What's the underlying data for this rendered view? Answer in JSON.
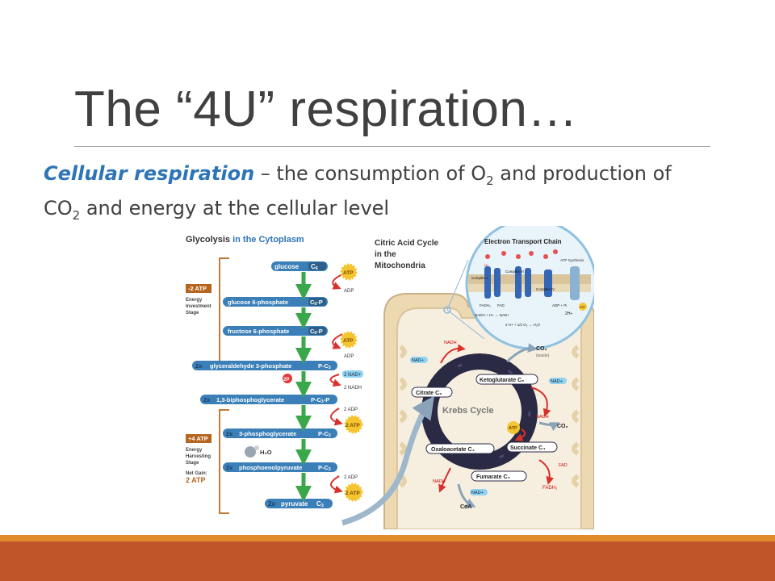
{
  "slide": {
    "title": "The “4U” respiration…",
    "definition": {
      "term": "Cellular respiration",
      "p1": " – the consumption of O",
      "sub1": "2",
      "p2": " and production of ",
      "p3": "CO",
      "sub2": "2",
      "p4": " and energy at the cellular level"
    }
  },
  "diagram": {
    "glycolysis_title_a": "Glycolysis ",
    "glycolysis_title_b": "in the Cytoplasm",
    "stages": {
      "investment_value": "-2 ATP",
      "investment_l1": "Energy",
      "investment_l2": "Investment",
      "investment_l3": "Stage",
      "harvest_value": "+4 ATP",
      "harvest_l1": "Energy",
      "harvest_l2": "Harvesting",
      "harvest_l3": "Stage",
      "net_label": "Net Gain:",
      "net_value": "2 ATP"
    },
    "molecules": [
      {
        "name": "glucose",
        "carbon": "C",
        "sub": "6"
      },
      {
        "name": "glucose 6-phosphate",
        "carbon": "C",
        "sub": "6",
        "suffix": "-P"
      },
      {
        "name": "fructose 6-phosphate",
        "carbon": "C",
        "sub": "6",
        "suffix": "-P"
      },
      {
        "name": "glyceraldehyde 3-phosphate",
        "mult": "2x",
        "carbon": "P-C",
        "sub": "3"
      },
      {
        "name": "1,3-biphosphoglycerate",
        "mult": "2x",
        "carbon": "P-C",
        "sub": "3",
        "suffix": "-P"
      },
      {
        "name": "3-phosphoglycerate",
        "mult": "2x",
        "carbon": "P-C",
        "sub": "3"
      },
      {
        "name": "phosphoenolpyruvate",
        "mult": "2x",
        "carbon": "P-C",
        "sub": "3"
      },
      {
        "name": "pyruvate",
        "mult": "2x",
        "carbon": "C",
        "sub": "3"
      }
    ],
    "labels": {
      "atp": "ATP",
      "adp": "ADP",
      "two_adp": "2 ADP",
      "two_atp": "2 ATP",
      "two_nad": "2 NAD+",
      "two_nadh": "2 NADH",
      "two_p": "2P",
      "h2o": "H₂O"
    },
    "citric_title_l1": "Citric Acid Cycle",
    "citric_title_l2": "in the",
    "citric_title_l3": "Mitochondria",
    "etc": {
      "title": "Electron Transport Chain",
      "complex1": "Complex I",
      "complex2": "Complex III",
      "complex3": "Complex IV",
      "atp_synthesis": "ATP Synthesis",
      "h_plus": "H+",
      "fadh2": "FADH₂",
      "fad": "FAD",
      "nadh_nad": "NADH + H+ → NAD+",
      "water": "2 H+ + 1/2 O₂ → H₂O",
      "adp_pi": "ADP + Pi",
      "two_h": "2H+",
      "atp": "ATP"
    },
    "krebs": {
      "center": "Krebs Cycle",
      "citrate": "Citrate",
      "citrate_c": "C₆",
      "ketoglutarate": "Ketoglutarate",
      "ketoglutarate_c": "C₅",
      "succinate": "Succinate",
      "succinate_c": "C₄",
      "fumarate": "Fumarate",
      "fumarate_c": "C₄",
      "oxaloacetate": "Oxaloacetate",
      "oxaloacetate_c": "C₄",
      "nadh": "NADH",
      "nad": "NAD+",
      "co2": "CO₂",
      "waste": "(waste)",
      "atp": "ATP",
      "fad": "FAD",
      "fadh2": "FADH₂",
      "coa": "CoA"
    }
  },
  "colors": {
    "accent_blue": "#2e75b6",
    "footer_light": "#e08a2c",
    "footer_dark": "#c0552a",
    "pill_blue": "#3b7fb8",
    "arrow_green": "#3aa84a",
    "stage_brown": "#b5651d",
    "krebs_dark": "#2b2a44"
  }
}
